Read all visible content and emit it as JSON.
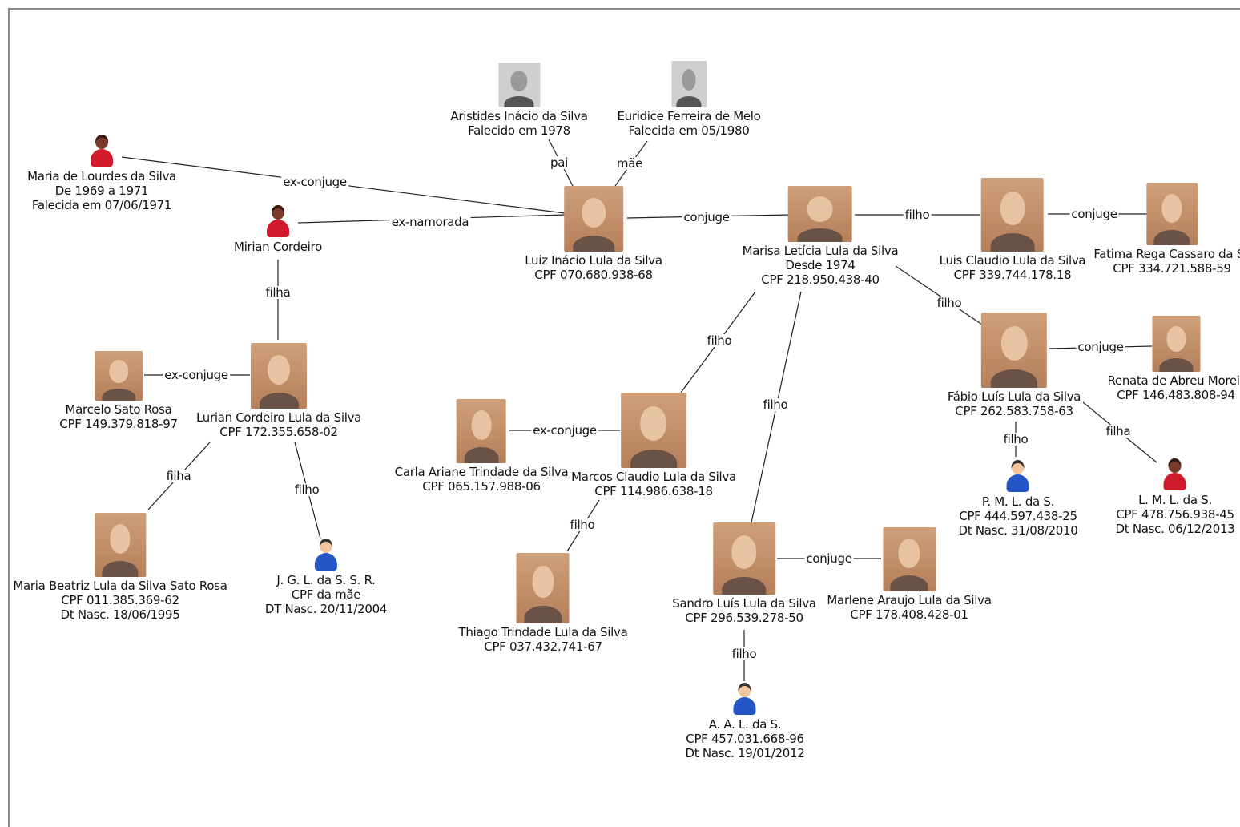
{
  "colors": {
    "frame": "#8a8a8a",
    "edge": "#222222",
    "female_icon": "#d11b2c",
    "male_icon": "#2456c8"
  },
  "people": {
    "aristides": {
      "icon": "photo-bw",
      "lines": [
        "Aristides Inácio da Silva",
        "Falecido em 1978"
      ]
    },
    "euridice": {
      "icon": "photo-bw",
      "lines": [
        "Euridice Ferreira de Melo",
        "Falecida em 05/1980"
      ]
    },
    "maria_lourdes": {
      "icon": "female-icon",
      "lines": [
        "Maria de Lourdes da Silva",
        "De 1969 a 1971",
        "Falecida em 07/06/1971"
      ]
    },
    "mirian": {
      "icon": "female-icon",
      "lines": [
        "Mirian Cordeiro"
      ]
    },
    "luiz": {
      "icon": "photo",
      "lines": [
        "Luiz Inácio Lula da Silva",
        "CPF 070.680.938-68"
      ]
    },
    "marisa": {
      "icon": "photo",
      "lines": [
        "Marisa Letícia Lula da Silva",
        "Desde 1974",
        "CPF 218.950.438-40"
      ]
    },
    "luis_claudio": {
      "icon": "photo",
      "lines": [
        "Luis Claudio Lula da Silva",
        "CPF 339.744.178.18"
      ]
    },
    "fatima": {
      "icon": "photo",
      "lines": [
        "Fatima Rega Cassaro da Sil",
        "CPF 334.721.588-59"
      ]
    },
    "fabio": {
      "icon": "photo",
      "lines": [
        "Fábio Luís Lula da Silva",
        "CPF 262.583.758-63"
      ]
    },
    "renata": {
      "icon": "photo",
      "lines": [
        "Renata de Abreu Moreir",
        "CPF 146.483.808-94"
      ]
    },
    "pml": {
      "icon": "male-icon",
      "lines": [
        "P. M. L. da S.",
        "CPF 444.597.438-25",
        "Dt Nasc. 31/08/2010"
      ]
    },
    "lml": {
      "icon": "female-icon",
      "lines": [
        "L. M. L. da S.",
        "CPF 478.756.938-45",
        "Dt Nasc. 06/12/2013"
      ]
    },
    "marcelo": {
      "icon": "photo",
      "lines": [
        "Marcelo Sato Rosa",
        "CPF 149.379.818-97"
      ]
    },
    "lurian": {
      "icon": "photo",
      "lines": [
        "Lurian Cordeiro Lula da Silva",
        "CPF 172.355.658-02"
      ]
    },
    "maria_beatriz": {
      "icon": "photo",
      "lines": [
        "Maria Beatriz Lula da Silva Sato Rosa",
        "CPF 011.385.369-62",
        "Dt Nasc. 18/06/1995"
      ]
    },
    "jgl": {
      "icon": "male-icon",
      "lines": [
        "J. G. L. da S. S. R.",
        "CPF da mãe",
        "DT Nasc. 20/11/2004"
      ]
    },
    "carla": {
      "icon": "photo",
      "lines": [
        "Carla Ariane Trindade da Silva",
        "CPF 065.157.988-06"
      ]
    },
    "marcos": {
      "icon": "photo",
      "lines": [
        "Marcos Claudio Lula da Silva",
        "CPF 114.986.638-18"
      ]
    },
    "thiago": {
      "icon": "photo",
      "lines": [
        "Thiago Trindade Lula da Silva",
        "CPF 037.432.741-67"
      ]
    },
    "sandro": {
      "icon": "photo",
      "lines": [
        "Sandro Luís Lula da Silva",
        "CPF 296.539.278-50"
      ]
    },
    "marlene": {
      "icon": "photo",
      "lines": [
        "Marlene Araujo Lula da Silva",
        "CPF 178.408.428-01"
      ]
    },
    "aal": {
      "icon": "male-icon",
      "lines": [
        "A. A. L. da S.",
        "CPF 457.031.668-96",
        "Dt Nasc. 19/01/2012"
      ]
    }
  },
  "relations": [
    {
      "from": "aristides",
      "to": "luiz",
      "label": "pai"
    },
    {
      "from": "euridice",
      "to": "luiz",
      "label": "mãe"
    },
    {
      "from": "maria_lourdes",
      "to": "luiz",
      "label": "ex-conjuge"
    },
    {
      "from": "mirian",
      "to": "luiz",
      "label": "ex-namorada"
    },
    {
      "from": "luiz",
      "to": "marisa",
      "label": "conjuge"
    },
    {
      "from": "marisa",
      "to": "luis_claudio",
      "label": "filho"
    },
    {
      "from": "luis_claudio",
      "to": "fatima",
      "label": "conjuge"
    },
    {
      "from": "marisa",
      "to": "fabio",
      "label": "filho"
    },
    {
      "from": "fabio",
      "to": "renata",
      "label": "conjuge"
    },
    {
      "from": "fabio",
      "to": "pml",
      "label": "filho"
    },
    {
      "from": "fabio",
      "to": "lml",
      "label": "filha"
    },
    {
      "from": "mirian",
      "to": "lurian",
      "label": "filha"
    },
    {
      "from": "marcelo",
      "to": "lurian",
      "label": "ex-conjuge"
    },
    {
      "from": "lurian",
      "to": "maria_beatriz",
      "label": "filha"
    },
    {
      "from": "lurian",
      "to": "jgl",
      "label": "filho"
    },
    {
      "from": "marisa",
      "to": "marcos",
      "label": "filho"
    },
    {
      "from": "carla",
      "to": "marcos",
      "label": "ex-conjuge"
    },
    {
      "from": "marcos",
      "to": "thiago",
      "label": "filho"
    },
    {
      "from": "marisa",
      "to": "sandro",
      "label": "filho"
    },
    {
      "from": "sandro",
      "to": "marlene",
      "label": "conjuge"
    },
    {
      "from": "sandro",
      "to": "aal",
      "label": "filho"
    }
  ]
}
